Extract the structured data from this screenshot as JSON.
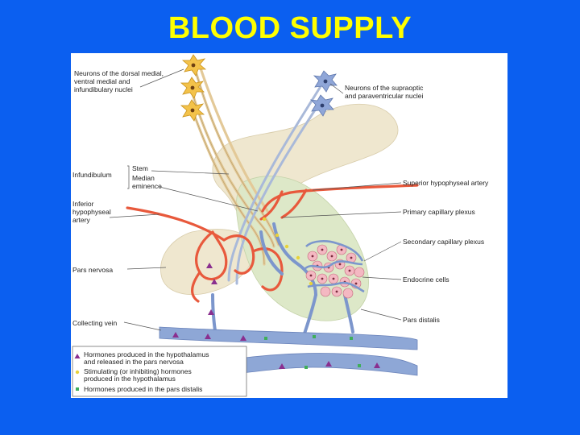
{
  "slide": {
    "title": "BLOOD SUPPLY"
  },
  "colors": {
    "background": "#0b5ff0",
    "title": "#ffff00",
    "artery": "#e8593c",
    "vein": "#7c96cc",
    "tissue": "#dde8c8",
    "neuron_sonb": "#f3c24a",
    "neuron_svpv": "#8fa6d8"
  },
  "labels": {
    "neurons_dorsal": [
      "Neurons of the dorsal medial,",
      "ventral medial and",
      "infundibulary nuclei"
    ],
    "neurons_supraoptic": [
      "Neurons of the supraoptic",
      "and paraventricular nuclei"
    ],
    "infundibulum": "Infundibulum",
    "stem": "Stem",
    "median_eminence": [
      "Median",
      "eminence"
    ],
    "inferior_artery": [
      "Inferior",
      "hypophyseal",
      "artery"
    ],
    "pars_nervosa": "Pars nervosa",
    "collecting_vein": "Collecting vein",
    "superior_artery": "Superior hypophyseal artery",
    "primary_plexus": "Primary capillary plexus",
    "secondary_plexus": "Secondary capillary plexus",
    "endocrine_cells": "Endocrine cells",
    "pars_distalis": "Pars distalis"
  },
  "legend": [
    {
      "marker": "triangle",
      "color": "#8a2f8f",
      "text": [
        "Hormones produced in the hypothalamus",
        "and released in the pars nervosa"
      ]
    },
    {
      "marker": "dot",
      "color": "#e8d23a",
      "text": [
        "Stimulating (or inhibiting) hormones",
        "produced in the hypothalamus"
      ]
    },
    {
      "marker": "square",
      "color": "#3fae5a",
      "text": [
        "Hormones produced in the pars distalis"
      ]
    }
  ]
}
